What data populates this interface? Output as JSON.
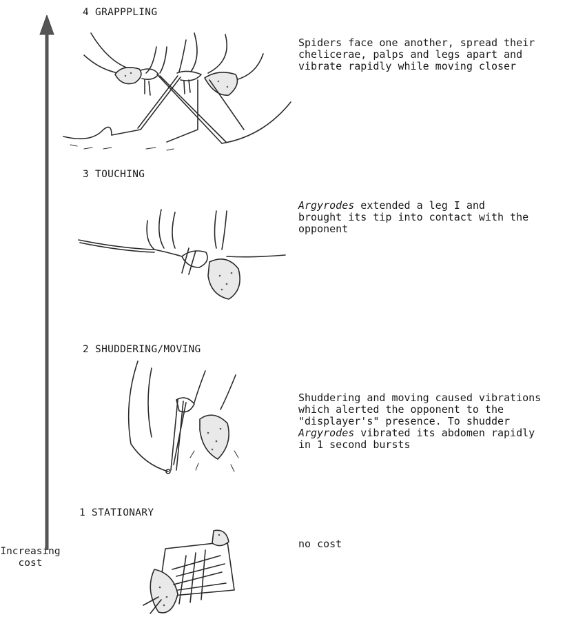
{
  "axis": {
    "label": "Increasing\ncost"
  },
  "stages": [
    {
      "id": "grappling",
      "title": "4 GRAPPPLING",
      "description": "Spiders face one another, spread their\nchelicerae, palps and legs apart and\nvibrate rapidly while moving closer"
    },
    {
      "id": "touching",
      "title": "3 TOUCHING",
      "description_italic": "Argyrodes",
      "description": " extended a leg I and\nbrought its tip into contact with the\nopponent"
    },
    {
      "id": "shuddering",
      "title": "2 SHUDDERING/MOVING",
      "description_pre": "Shuddering and moving caused vibrations\nwhich alerted the opponent to the\n\"displayer's\" presence. To shudder\n",
      "description_italic": "Argyrodes",
      "description_post": " vibrated its abdomen rapidly\nin 1 second bursts"
    },
    {
      "id": "stationary",
      "title": "1 STATIONARY",
      "description": "no cost"
    }
  ]
}
